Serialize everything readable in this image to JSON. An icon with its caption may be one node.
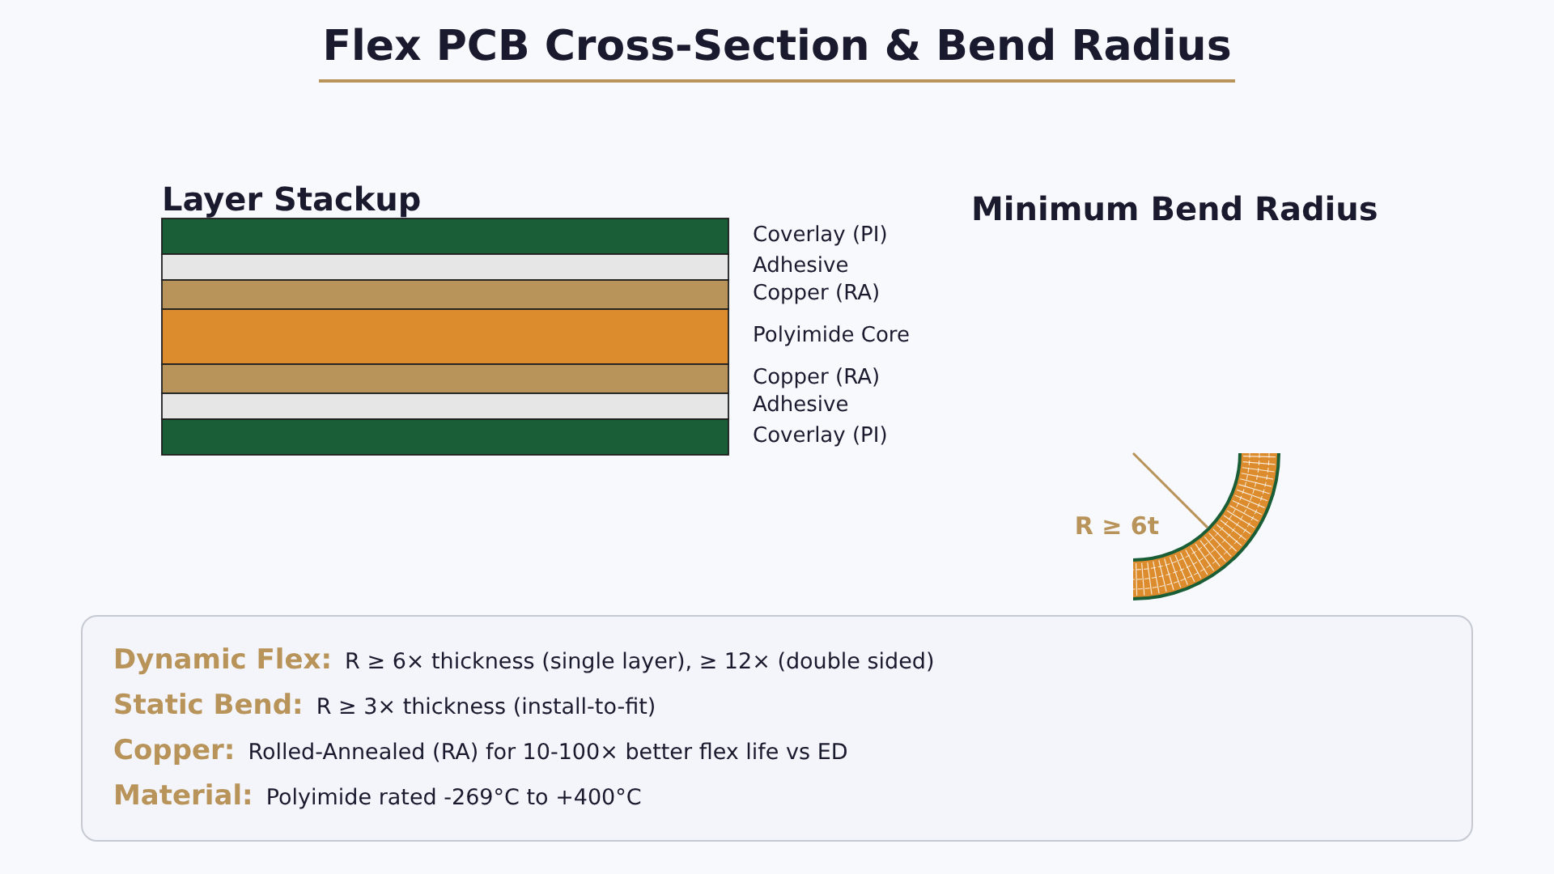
{
  "diagram": {
    "title": "Flex PCB Cross-Section & Bend Radius",
    "nodes": [
      {
        "text": [
          "Dynamic Flex:",
          "R ≥ 6× thickness (single layer), ≥ 12× (double sided)",
          "Static Bend:",
          "R ≥ 3× thickness (install-to-fit)",
          "Copper:",
          "Rolled-Annealed (RA) for 10-100× better flex life vs ED",
          "Material:",
          "Polyimide rated -269°C to +400°C"
        ]
      }
    ],
    "labels": [
      "Layer Stackup",
      "Minimum Bend Radius",
      "Coverlay (PI)",
      "Adhesive",
      "Copper (RA)",
      "Polyimide Core",
      "Copper (RA)",
      "Adhesive",
      "Coverlay (PI)",
      "R ≥ 6t"
    ]
  }
}
